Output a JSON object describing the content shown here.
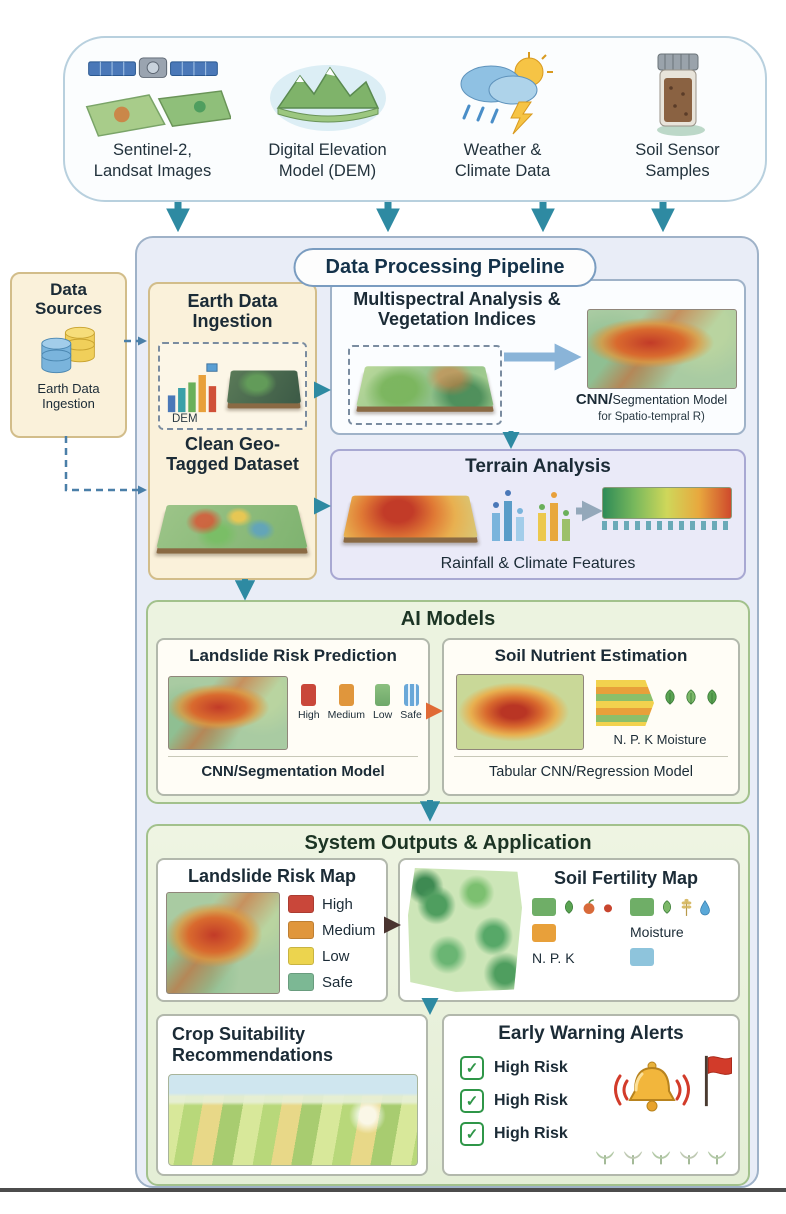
{
  "sources": {
    "items": [
      {
        "label": "Sentinel-2,\nLandsat Images",
        "icon": "satellite-icon"
      },
      {
        "label": "Digital Elevation\nModel (DEM)",
        "icon": "dem-terrain-icon"
      },
      {
        "label": "Weather &\nClimate Data",
        "icon": "weather-icon"
      },
      {
        "label": "Soil Sensor\nSamples",
        "icon": "soil-sensor-icon"
      }
    ]
  },
  "pipeline": {
    "title": "Data Processing Pipeline",
    "data_sources": {
      "title": "Data\nSources",
      "caption": "Earth Data\nIngestion",
      "icon": "database-icon"
    },
    "ingestion": {
      "title": "Earth Data\nIngestion",
      "dem_label": "DEM",
      "clean_title": "Clean Geo-\nTagged Dataset"
    },
    "multispectral": {
      "title": "Multispectral Analysis &\nVegetation Indices",
      "model_prefix": "CNN/",
      "model_name": "Segmentation Model",
      "model_note": "for Spatio-tempral R)"
    },
    "terrain": {
      "title": "Terrain Analysis",
      "caption": "Rainfall & Climate Features"
    }
  },
  "ai_models": {
    "title": "AI Models",
    "landslide": {
      "title": "Landslide Risk Prediction",
      "legend": [
        {
          "label": "High",
          "color": "#c9473a"
        },
        {
          "label": "Medium",
          "color": "#e0963c"
        },
        {
          "label": "Low",
          "color": "#8cc080"
        },
        {
          "label": "Safe",
          "color": "#6aa8d8"
        }
      ],
      "model": "CNN/Segmentation Model"
    },
    "soil": {
      "title": "Soil Nutrient Estimation",
      "legend_label": "N. P. K Moisture",
      "model": "Tabular CNN/Regression Model"
    }
  },
  "outputs": {
    "title": "System Outputs & Application",
    "risk_map": {
      "title": "Landslide Risk Map",
      "legend": [
        {
          "label": "High",
          "color": "#c9473a"
        },
        {
          "label": "Medium",
          "color": "#e0963c"
        },
        {
          "label": "Low",
          "color": "#ecd44e"
        },
        {
          "label": "Safe",
          "color": "#7cb894"
        }
      ]
    },
    "fertility_map": {
      "title": "Soil Fertility Map",
      "npk_label": "N. P. K",
      "moisture_label": "Moisture"
    },
    "crop": {
      "title": "Crop Suitability\nRecommendations"
    },
    "alerts": {
      "title": "Early Warning Alerts",
      "items": [
        {
          "label": "High Risk"
        },
        {
          "label": "High Risk"
        },
        {
          "label": "High Risk"
        }
      ]
    }
  },
  "colors": {
    "arrow_teal": "#2e8aa2",
    "panel_blue": "#e9edf7",
    "panel_green": "#ecf3e0",
    "box_cream": "#faf1da"
  }
}
